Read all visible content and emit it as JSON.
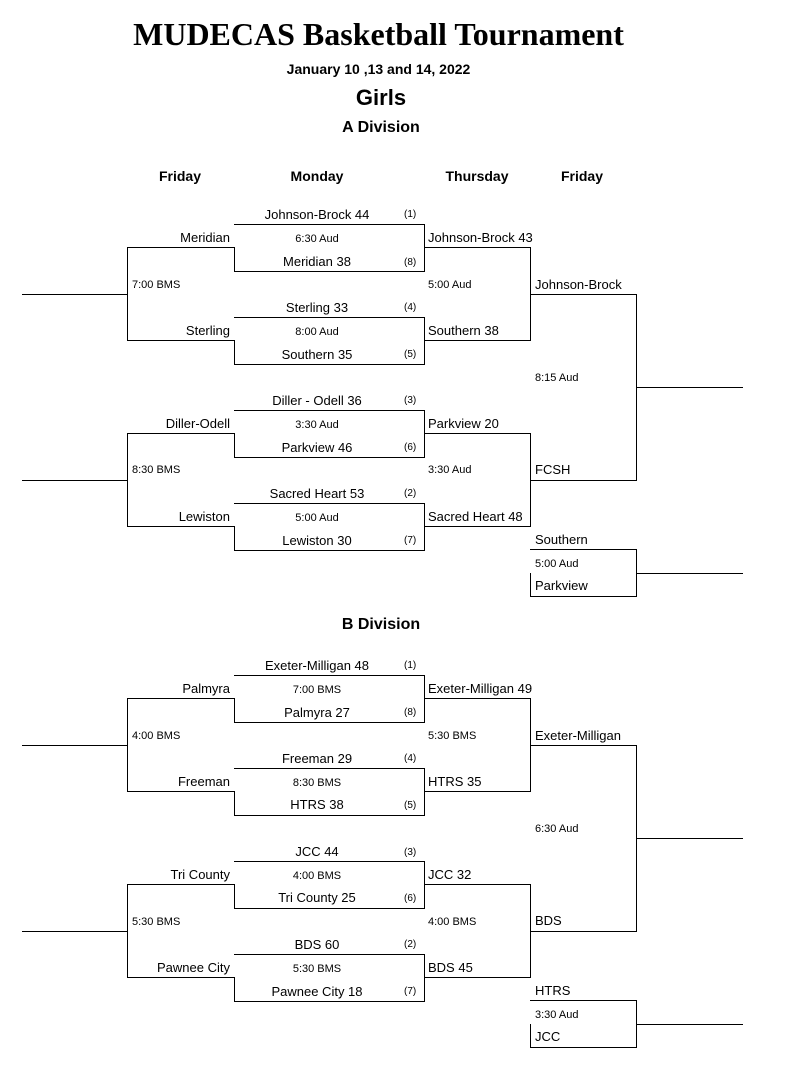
{
  "title": "MUDECAS Basketball Tournament",
  "dates": "January 10 ,13 and 14, 2022",
  "subtitle": "Girls",
  "day_headers": [
    "Friday",
    "Monday",
    "Thursday",
    "Friday"
  ],
  "a_division": {
    "label": "A Division",
    "q1": {
      "team_top": "Johnson-Brock 44",
      "seed_top": "(1)",
      "time": "6:30 Aud",
      "team_bottom": "Meridian 38",
      "seed_bottom": "(8)"
    },
    "q2": {
      "team_top": "Sterling 33",
      "seed_top": "(4)",
      "time": "8:00 Aud",
      "team_bottom": "Southern 35",
      "seed_bottom": "(5)"
    },
    "q3": {
      "team_top": "Diller - Odell 36",
      "seed_top": "(3)",
      "time": "3:30 Aud",
      "team_bottom": "Parkview  46",
      "seed_bottom": "(6)"
    },
    "q4": {
      "team_top": "Sacred Heart 53",
      "seed_top": "(2)",
      "time": "5:00 Aud",
      "team_bottom": "Lewiston 30",
      "seed_bottom": "(7)"
    },
    "cons1": {
      "team_top": "Meridian",
      "team_bottom": "Sterling",
      "time": "7:00 BMS"
    },
    "cons2": {
      "team_top": "Diller-Odell",
      "team_bottom": "Lewiston",
      "time": "8:30 BMS"
    },
    "semi1": {
      "team_top": "Johnson-Brock 43",
      "team_bottom": "Southern 38",
      "time": "5:00 Aud"
    },
    "semi2": {
      "team_top": "Parkview  20",
      "team_bottom": "Sacred Heart 48",
      "time": "3:30 Aud"
    },
    "final": {
      "team_top": "Johnson-Brock",
      "team_bottom": "FCSH",
      "time": "8:15 Aud"
    },
    "third": {
      "team_top": "Southern",
      "team_bottom": "Parkview",
      "time": "5:00 Aud"
    }
  },
  "b_division": {
    "label": "B Division",
    "q1": {
      "team_top": "Exeter-Milligan 48",
      "seed_top": "(1)",
      "time": "7:00 BMS",
      "team_bottom": "Palmyra 27",
      "seed_bottom": "(8)"
    },
    "q2": {
      "team_top": "Freeman 29",
      "seed_top": "(4)",
      "time": "8:30 BMS",
      "team_bottom": "HTRS 38",
      "seed_bottom": "(5)"
    },
    "q3": {
      "team_top": "JCC 44",
      "seed_top": "(3)",
      "time": "4:00 BMS",
      "team_bottom": "Tri County 25",
      "seed_bottom": "(6)"
    },
    "q4": {
      "team_top": "BDS 60",
      "seed_top": "(2)",
      "time": "5:30 BMS",
      "team_bottom": "Pawnee City 18",
      "seed_bottom": "(7)"
    },
    "cons1": {
      "team_top": "Palmyra",
      "team_bottom": "Freeman",
      "time": "4:00 BMS"
    },
    "cons2": {
      "team_top": "Tri County",
      "team_bottom": "Pawnee City",
      "time": "5:30 BMS"
    },
    "semi1": {
      "team_top": "Exeter-Milligan 49",
      "team_bottom": "HTRS 35",
      "time": "5:30 BMS"
    },
    "semi2": {
      "team_top": "JCC 32",
      "team_bottom": "BDS 45",
      "time": "4:00 BMS"
    },
    "final": {
      "team_top": "Exeter-Milligan",
      "team_bottom": "BDS",
      "time": "6:30 Aud"
    },
    "third": {
      "team_top": "HTRS",
      "team_bottom": "JCC",
      "time": "3:30 Aud"
    }
  }
}
